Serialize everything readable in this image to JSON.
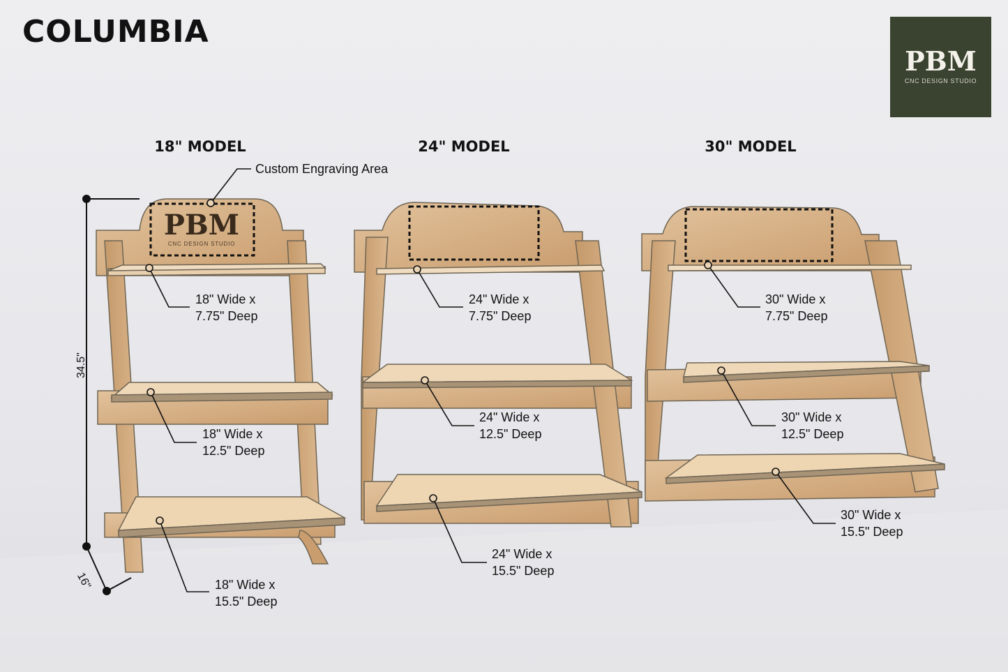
{
  "title": "COLUMBIA",
  "logo": {
    "brand": "PBM",
    "tagline": "CNC DESIGN STUDIO",
    "background": "#3a432f"
  },
  "callout": "Custom Engraving Area",
  "engraving": {
    "brand": "PBM",
    "tagline": "CNC DESIGN STUDIO"
  },
  "dimensions": {
    "height": "34.5\"",
    "depth": "16\""
  },
  "models": [
    {
      "name": "18\" MODEL",
      "shelves": [
        {
          "line1": "18\" Wide x",
          "line2": "7.75\" Deep"
        },
        {
          "line1": "18\" Wide x",
          "line2": "12.5\" Deep"
        },
        {
          "line1": "18\" Wide x",
          "line2": "15.5\" Deep"
        }
      ]
    },
    {
      "name": "24\" MODEL",
      "shelves": [
        {
          "line1": "24\" Wide x",
          "line2": "7.75\" Deep"
        },
        {
          "line1": "24\" Wide x",
          "line2": "12.5\" Deep"
        },
        {
          "line1": "24\" Wide x",
          "line2": "15.5\" Deep"
        }
      ]
    },
    {
      "name": "30\" MODEL",
      "shelves": [
        {
          "line1": "30\" Wide x",
          "line2": "7.75\" Deep"
        },
        {
          "line1": "30\" Wide x",
          "line2": "12.5\" Deep"
        },
        {
          "line1": "30\" Wide x",
          "line2": "15.5\" Deep"
        }
      ]
    }
  ],
  "colors": {
    "plywood": "#d9b48a",
    "edge": "#7a6e5c",
    "leader": "#111111"
  }
}
